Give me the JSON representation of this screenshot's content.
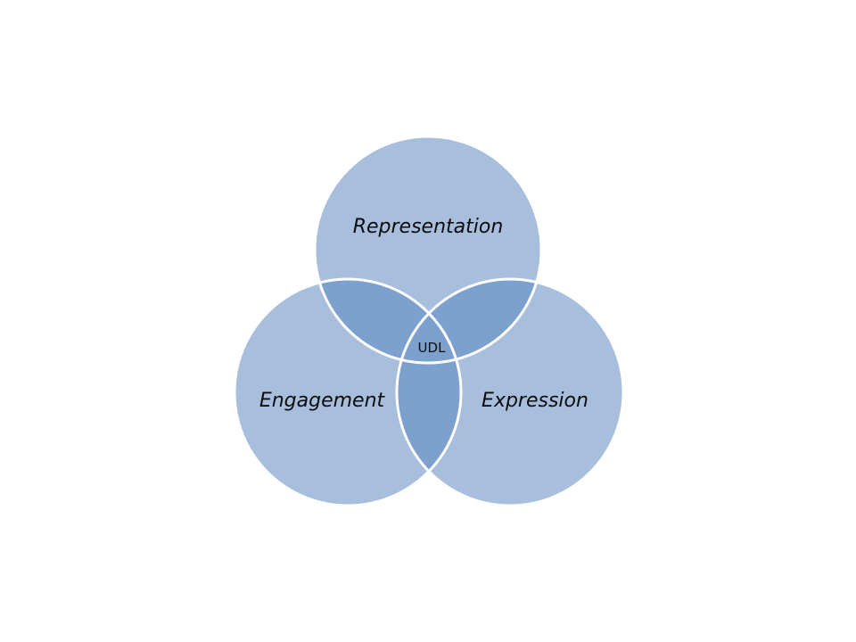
{
  "diagram": {
    "circles": [
      {
        "label": "Representation"
      },
      {
        "label": "Engagement"
      },
      {
        "label": "Expression"
      }
    ],
    "center_label": "UDL",
    "colors": {
      "circle_fill": "#a7bedc",
      "overlap_fill": "#7ca1cf",
      "circle_stroke": "#ffffff"
    }
  }
}
